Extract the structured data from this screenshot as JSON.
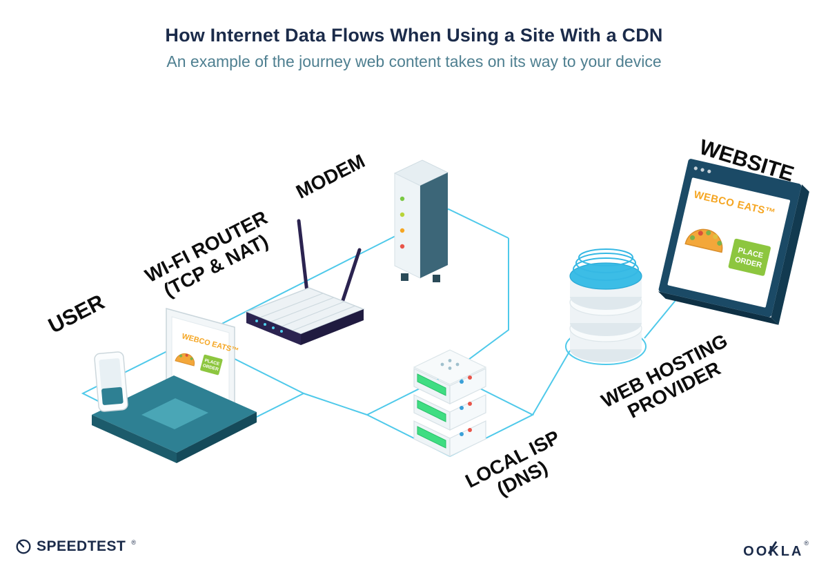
{
  "header": {
    "title": "How Internet Data Flows When Using a Site With a CDN",
    "subtitle": "An example of the journey web content takes on its way to your device"
  },
  "nodes": {
    "user": {
      "label": "USER"
    },
    "wifi_router": {
      "label": "WI-FI ROUTER",
      "sublabel": "(TCP & NAT)"
    },
    "modem": {
      "label": "MODEM"
    },
    "local_isp": {
      "label": "LOCAL ISP",
      "sublabel": "(DNS)"
    },
    "web_hosting": {
      "label": "WEB HOSTING",
      "sublabel": "PROVIDER"
    },
    "website": {
      "label": "WEBSITE"
    }
  },
  "webco": {
    "brand": "WEBCO EATS™",
    "button_line1": "PLACE",
    "button_line2": "ORDER"
  },
  "footer": {
    "speedtest": "SPEEDTEST",
    "speedtest_mark": "®",
    "ookla": "OOKLA",
    "ookla_mark": "®"
  },
  "colors": {
    "line_cyan": "#4ec9ea",
    "laptop_teal": "#2e8093",
    "navy_title": "#1b2b4a",
    "subtitle_teal": "#4e7f90",
    "brand_orange": "#f5a623",
    "button_green": "#8dc63f",
    "router_navy": "#2b2350",
    "server_led_green": "#3fdd82",
    "db_water_cyan": "#3cbde6"
  }
}
